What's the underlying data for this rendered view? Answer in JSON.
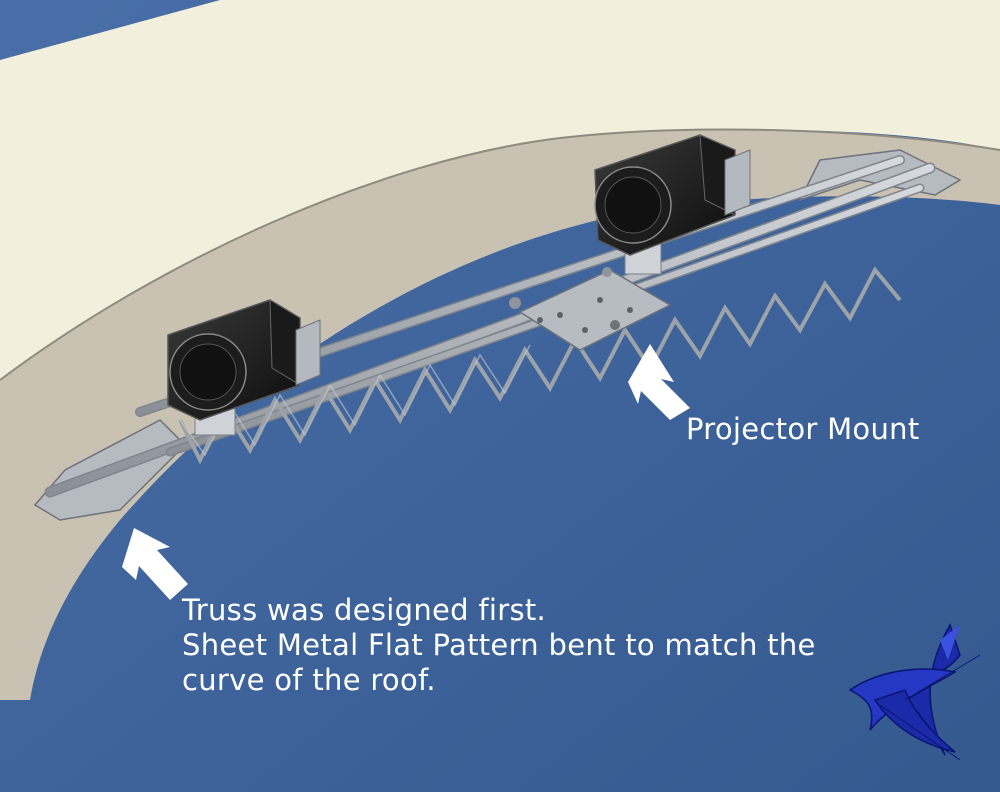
{
  "annotations": {
    "projector_mount": "Projector Mount",
    "truss_lines": [
      "Truss was designed first.",
      "Sheet Metal Flat Pattern bent to match the",
      "curve of the roof."
    ]
  },
  "icons": {
    "arrow_projector": "white-arrow-icon",
    "arrow_truss": "white-arrow-icon",
    "logo": "triangle-swirl-logo-icon"
  },
  "colors": {
    "sky_blue": "#3a5f9a",
    "ceiling_cream": "#f2efdc",
    "roof_band": "#c9c2b2",
    "truss_gray": "#a9aeb5",
    "arrow_white": "#ffffff",
    "logo_blue": "#1a2aa8"
  }
}
